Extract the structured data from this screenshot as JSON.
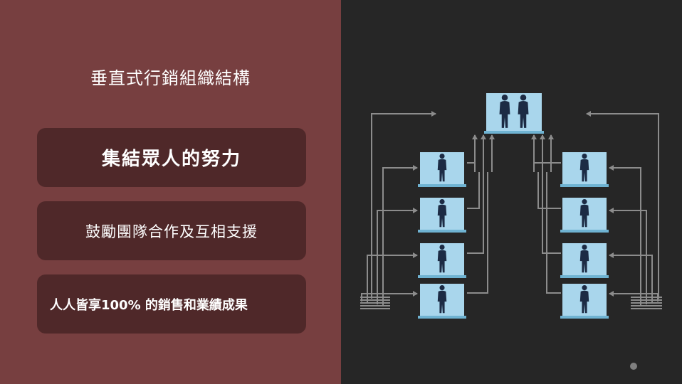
{
  "colors": {
    "left_bg": "#773F40",
    "right_bg": "#262626",
    "card_bg": "#4F2829",
    "screen": "#A9D6EC",
    "screen_shadow": "#6FB3D2",
    "figure": "#1C2B44",
    "line": "#8C8C8C",
    "dot": "#7F7F7F"
  },
  "slide": {
    "title": "垂直式行銷組織結構"
  },
  "cards": [
    {
      "text": "集結眾人的努力"
    },
    {
      "text": "鼓勵團隊合作及互相支援"
    },
    {
      "text": "人人皆享100% 的銷售和業績成果"
    }
  ],
  "diagram": {
    "top_node": {
      "figures": 2,
      "icon": "two-people-icon"
    },
    "left_column": [
      {
        "icon": "person-briefcase-icon"
      },
      {
        "icon": "person-phone-icon"
      },
      {
        "icon": "person-standing-icon"
      },
      {
        "icon": "person-arms-crossed-icon"
      }
    ],
    "right_column": [
      {
        "icon": "person-standing-icon"
      },
      {
        "icon": "person-arms-crossed-icon"
      },
      {
        "icon": "person-hand-on-hip-icon"
      },
      {
        "icon": "person-tablet-icon"
      }
    ]
  }
}
